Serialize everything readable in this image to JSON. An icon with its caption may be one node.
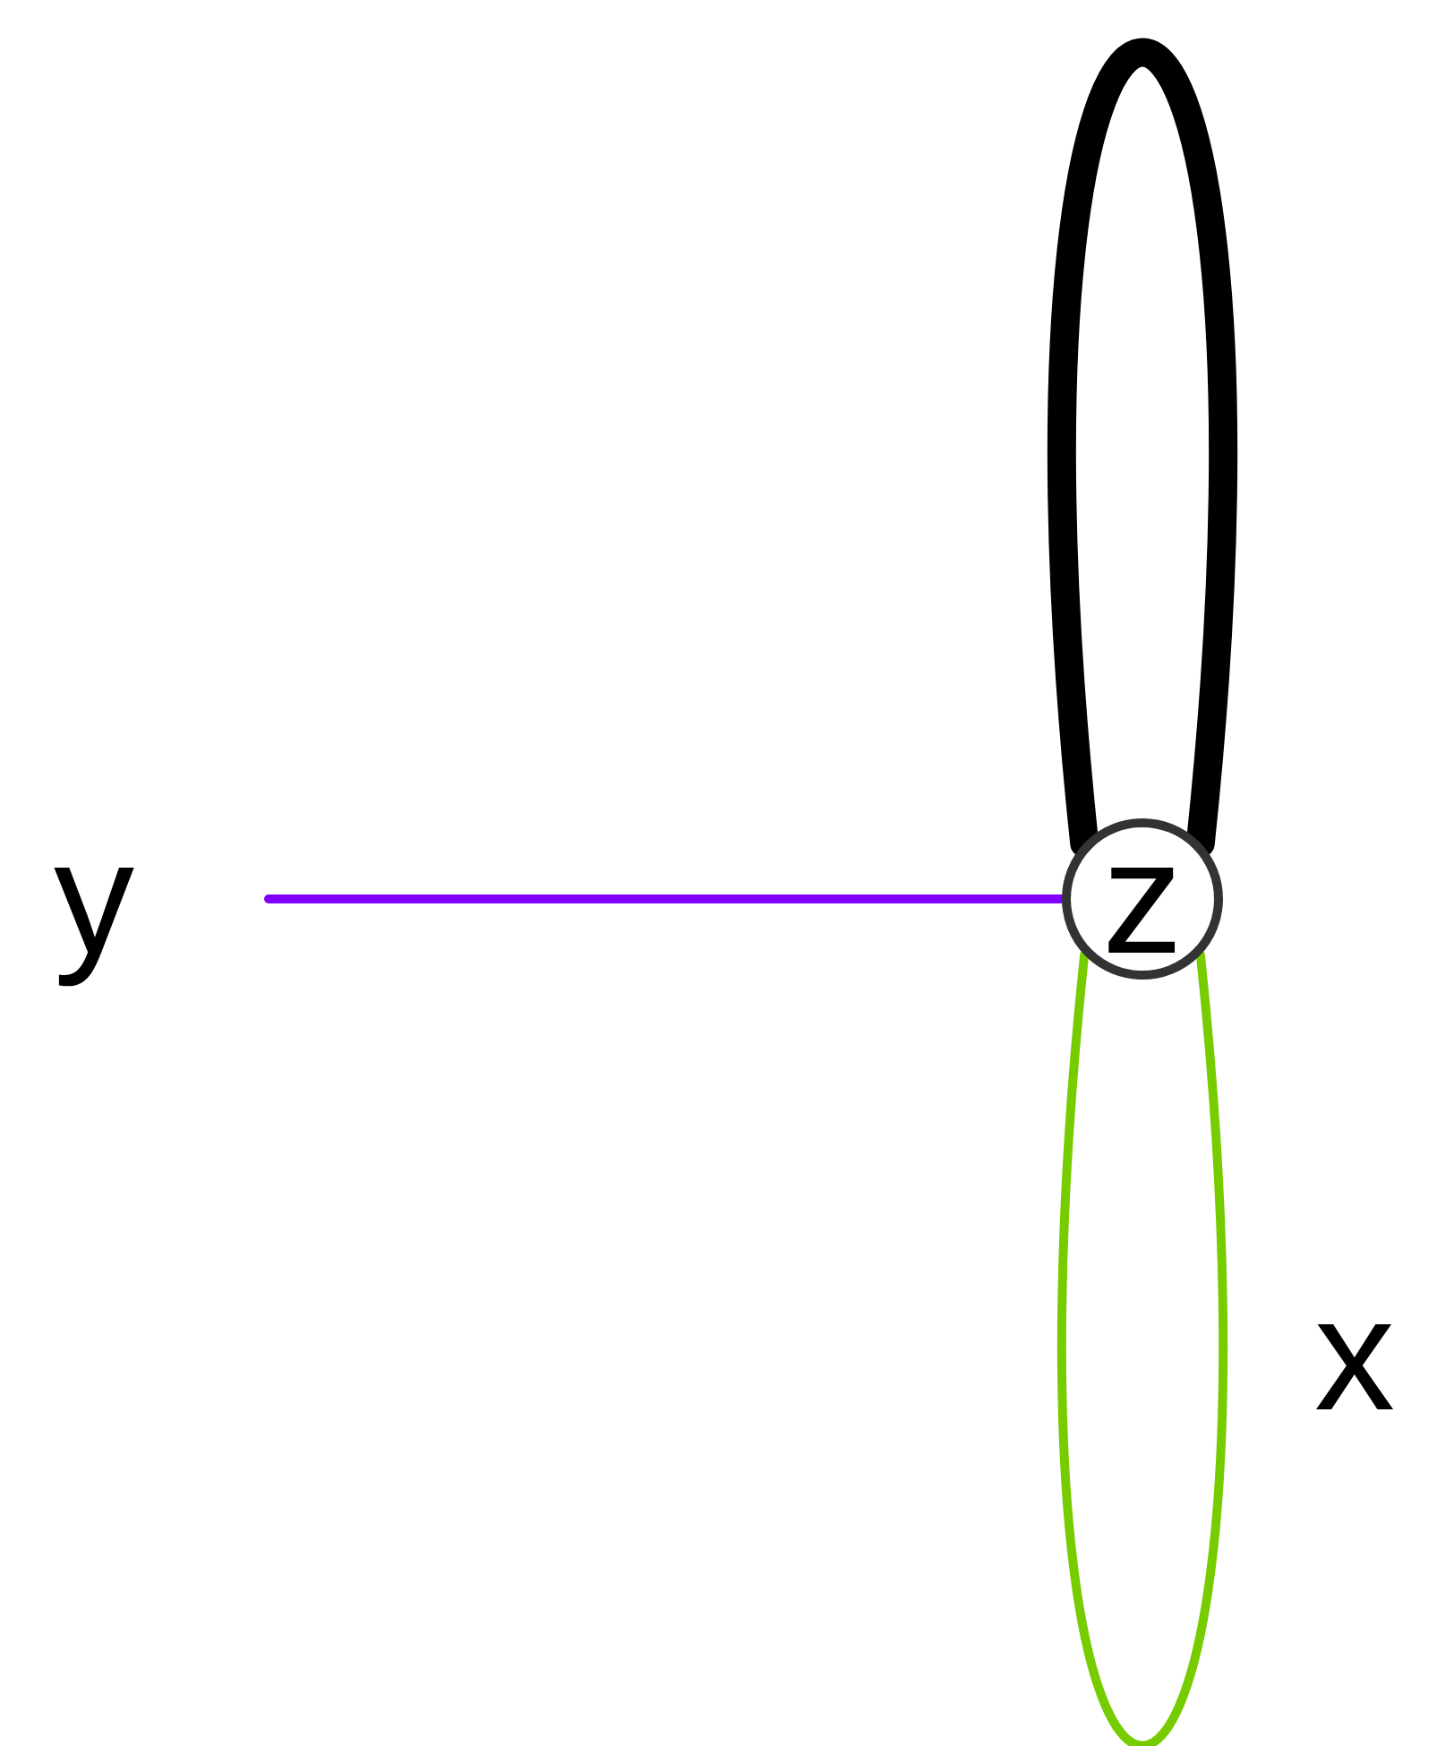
{
  "diagram": {
    "nodes": [
      {
        "text": [
          "y"
        ]
      },
      {
        "text": [
          "z"
        ]
      }
    ],
    "edges": [
      {
        "from": 1,
        "to": 1,
        "arrow": "none",
        "style": "thick"
      },
      {
        "from": 0,
        "to": 1,
        "arrow": "none",
        "color": "#7f00ff"
      },
      {
        "from": 1,
        "to": 1,
        "arrow": "none",
        "label": "x",
        "color": "#77cc00"
      }
    ]
  }
}
